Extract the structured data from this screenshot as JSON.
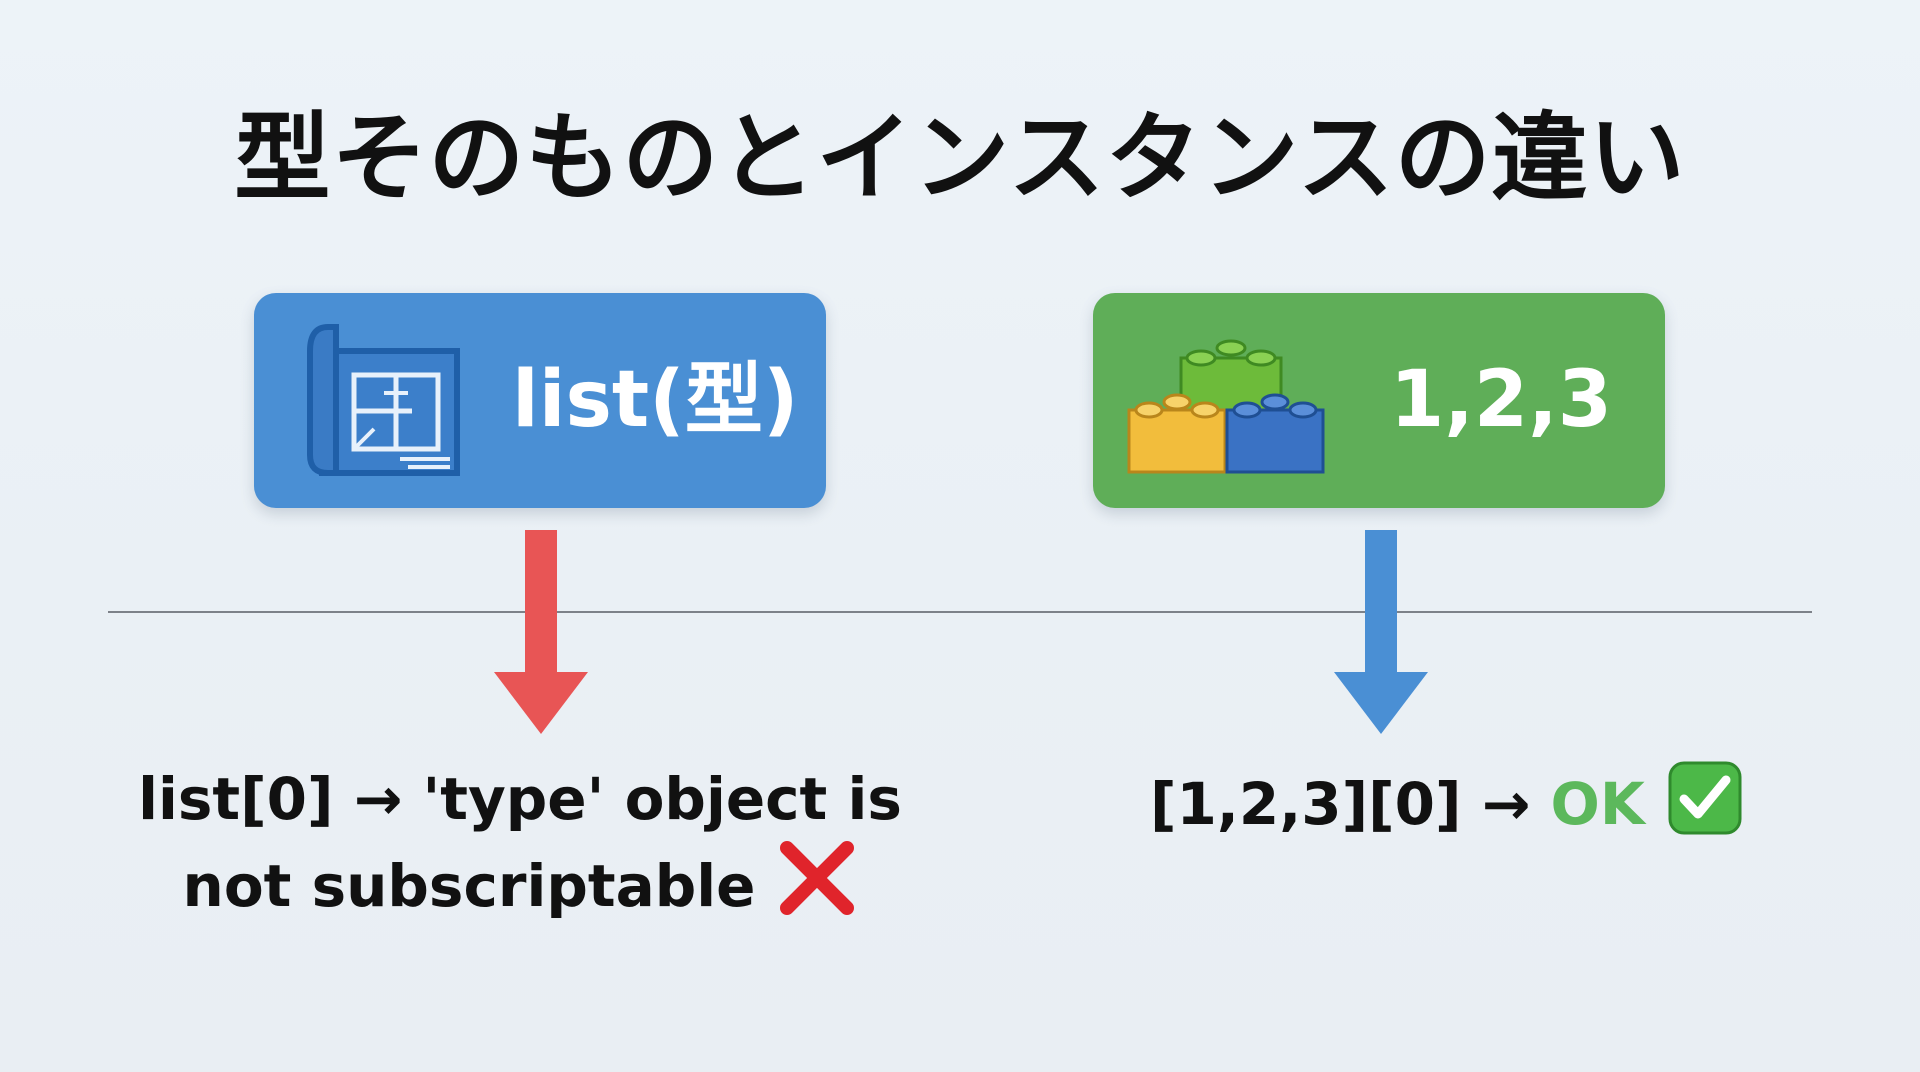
{
  "title": "型そのものとインスタンスの違い",
  "type_box": {
    "label": "list(型)",
    "icon": "blueprint-icon",
    "color": "#4a8fd4"
  },
  "instance_box": {
    "label": "1,2,3",
    "icon": "lego-blocks-icon",
    "color": "#5fae58"
  },
  "arrows": {
    "left_color": "#e85555",
    "right_color": "#4a8fd4"
  },
  "results": {
    "left": {
      "line1": "list[0] → 'type' object is",
      "line2": "not subscriptable",
      "status_icon": "cross-mark-icon"
    },
    "right": {
      "code": "[1,2,3][0] → ",
      "ok": "OK",
      "status_icon": "check-mark-icon"
    }
  }
}
